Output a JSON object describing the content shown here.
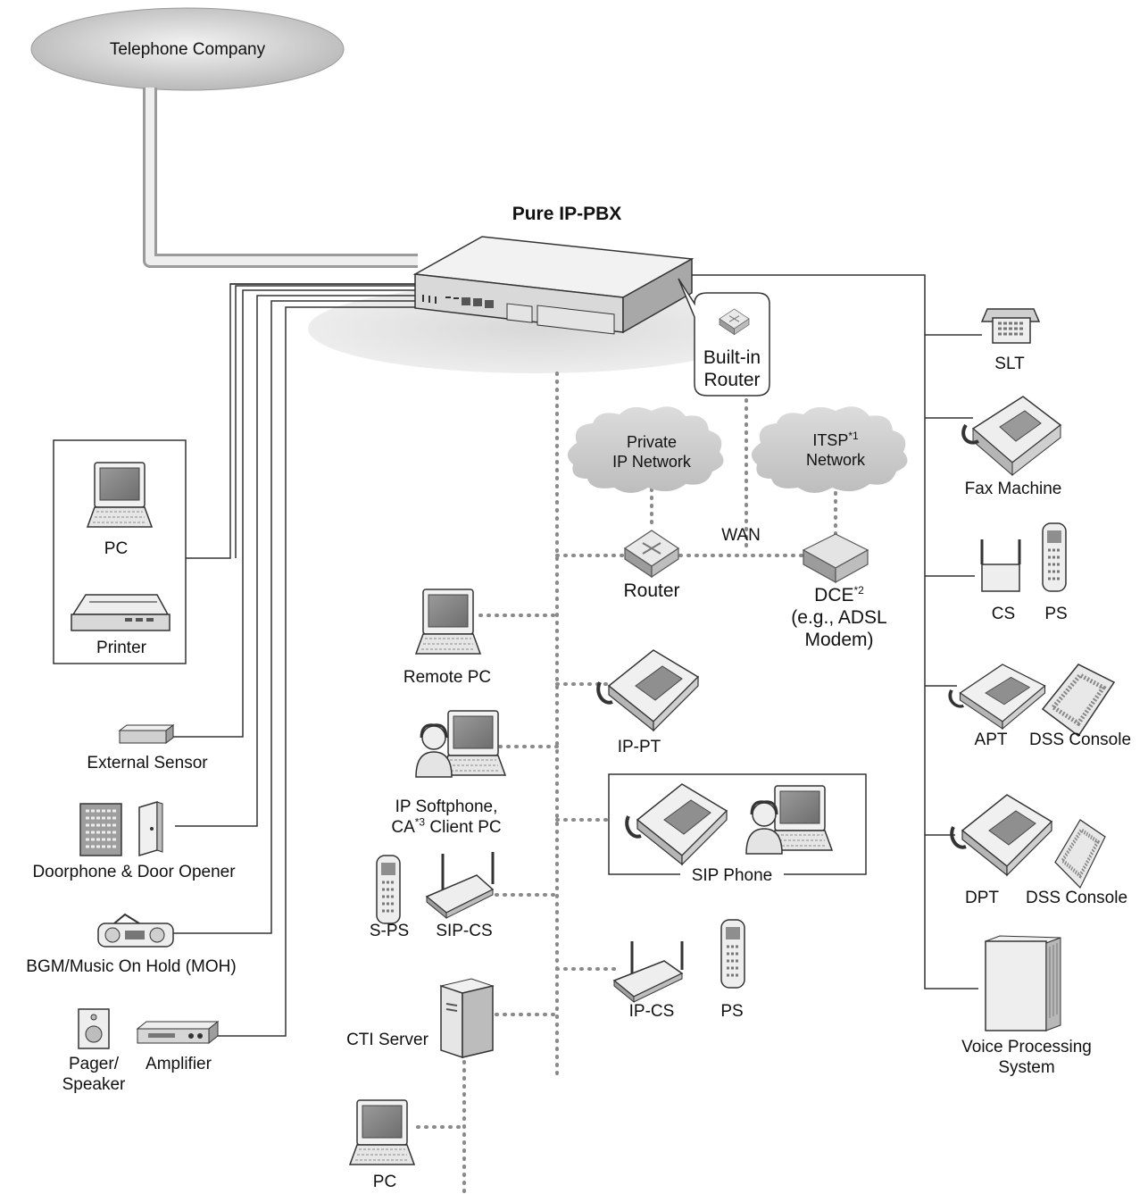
{
  "title": "Pure IP-PBX",
  "telephone_company": "Telephone Company",
  "built_in_router": [
    "Built-in",
    "Router"
  ],
  "clouds": {
    "private": [
      "Private",
      "IP Network"
    ],
    "itsp": {
      "name": "ITSP",
      "mark": "*1",
      "line2": "Network"
    }
  },
  "wan": "WAN",
  "router": "Router",
  "dce": {
    "name": "DCE",
    "mark": "*2",
    "line2": "(e.g., ADSL",
    "line3": "Modem)"
  },
  "left": {
    "pc": "PC",
    "printer": "Printer",
    "external_sensor": "External Sensor",
    "doorphone": "Doorphone & Door Opener",
    "bgm": "BGM/Music On Hold (MOH)",
    "pager": [
      "Pager/",
      "Speaker"
    ],
    "amplifier": "Amplifier"
  },
  "center": {
    "remote_pc": "Remote PC",
    "ip_pt": "IP-PT",
    "softphone": {
      "line1": "IP Softphone,",
      "prefix": "CA",
      "mark": "*3",
      "suffix": " Client PC"
    },
    "sip_phone": "SIP Phone",
    "s_ps": "S-PS",
    "sip_cs": "SIP-CS",
    "ip_cs": "IP-CS",
    "ps": "PS",
    "cti_server": "CTI Server",
    "pc": "PC"
  },
  "right": {
    "slt": "SLT",
    "fax": "Fax Machine",
    "cs": "CS",
    "ps": "PS",
    "apt": "APT",
    "dss1": "DSS Console",
    "dpt": "DPT",
    "dss2": "DSS Console",
    "vps": [
      "Voice Processing",
      "System"
    ]
  }
}
